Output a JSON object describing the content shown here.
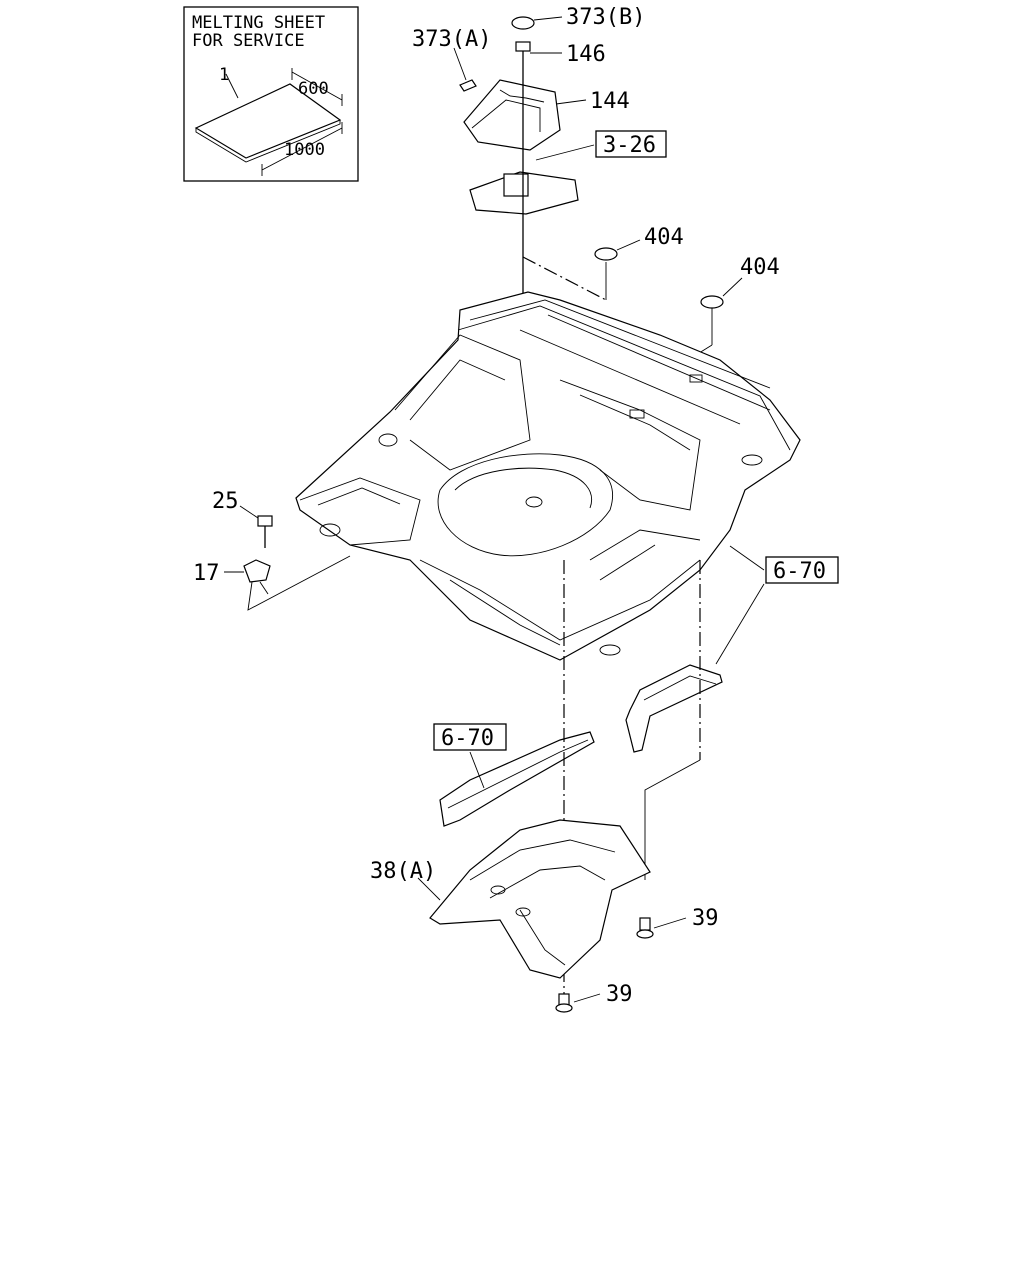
{
  "inset": {
    "title_line1": "MELTING SHEET",
    "title_line2": "FOR SERVICE",
    "item": "1",
    "dim_width": "600",
    "dim_length": "1000"
  },
  "callouts": {
    "c373b": "373(B)",
    "c373a": "373(A)",
    "c146": "146",
    "c144": "144",
    "c404a": "404",
    "c404b": "404",
    "c25": "25",
    "c17": "17",
    "c38a": "38(A)",
    "c39a": "39",
    "c39b": "39"
  },
  "refs": {
    "r326": "3-26",
    "r670a": "6-70",
    "r670b": "6-70"
  }
}
